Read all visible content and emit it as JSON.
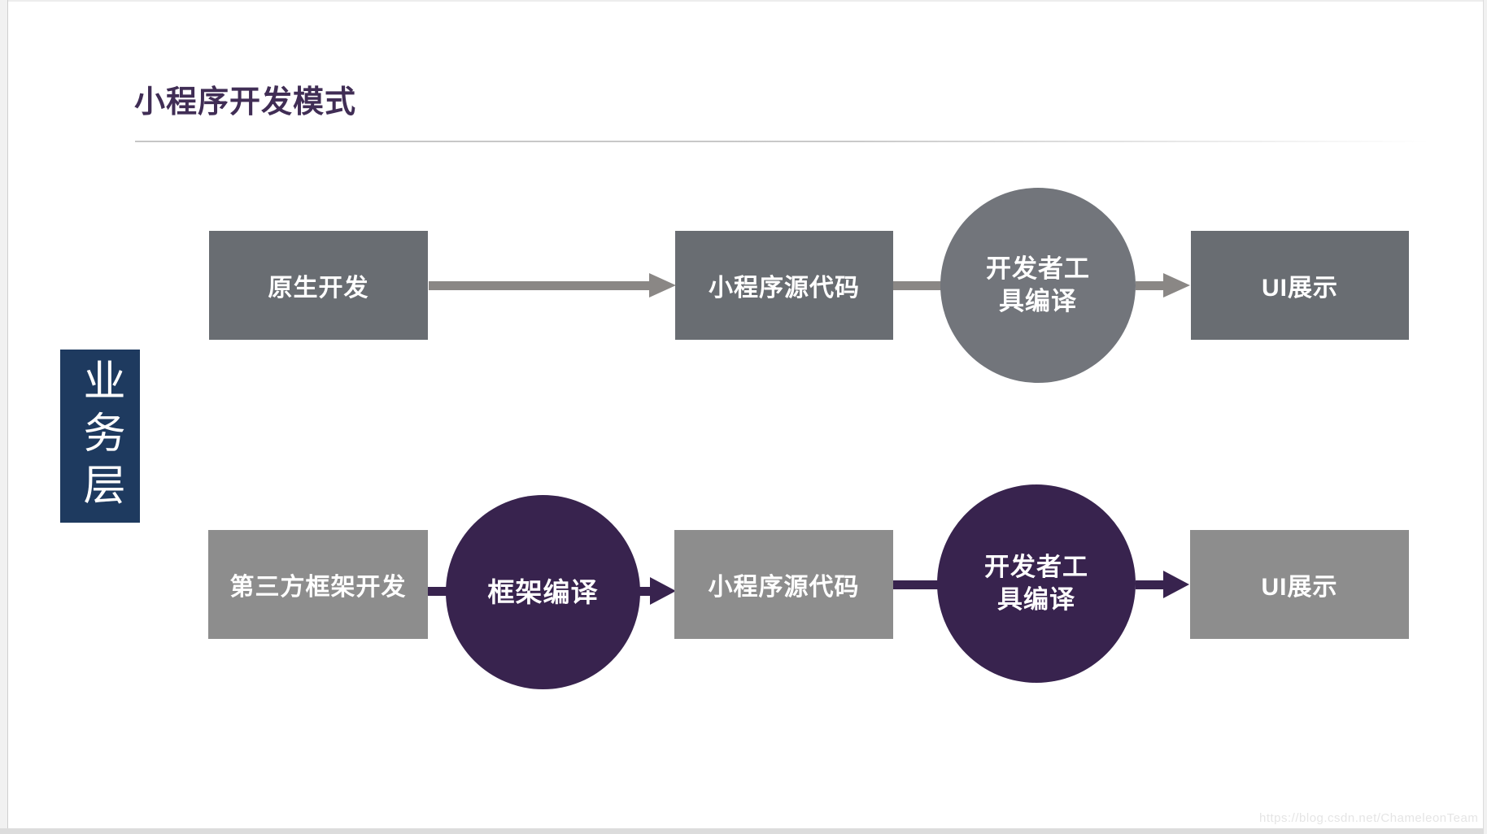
{
  "slide": {
    "title": "小程序开发模式",
    "watermark": "https://blog.csdn.net/ChameleonTeam"
  },
  "business_layer": {
    "label": "业务层"
  },
  "flow": {
    "row1": {
      "native_dev": "原生开发",
      "source_code": "小程序源代码",
      "devtools_compile_line1": "开发者工",
      "devtools_compile_line2": "具编译",
      "ui_display": "UI展示"
    },
    "row2": {
      "third_party_dev": "第三方框架开发",
      "framework_compile": "框架编译",
      "source_code": "小程序源代码",
      "devtools_compile_line1": "开发者工",
      "devtools_compile_line2": "具编译",
      "ui_display": "UI展示"
    }
  },
  "colors": {
    "title_text": "#402d55",
    "business_layer_bg": "#1e3a5f",
    "row1_box_bg": "#696d72",
    "row1_circle_bg": "#72757b",
    "row1_arrow": "#8a8785",
    "row2_box_bg": "#8d8d8d",
    "purple_circle_bg": "#38234e",
    "row2_arrow": "#38234e",
    "node_text": "#ffffff"
  }
}
